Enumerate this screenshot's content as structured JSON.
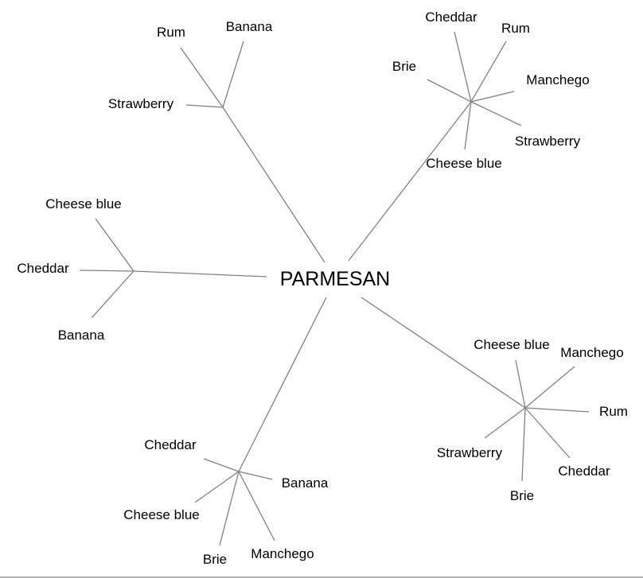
{
  "center": "PARMESAN",
  "branches": [
    {
      "leaves": [
        "Rum",
        "Banana",
        "Strawberry"
      ]
    },
    {
      "leaves": [
        "Cheddar",
        "Rum",
        "Brie",
        "Manchego",
        "Strawberry",
        "Cheese blue"
      ]
    },
    {
      "leaves": [
        "Cheese blue",
        "Cheddar",
        "Banana"
      ]
    },
    {
      "leaves": [
        "Cheddar",
        "Banana",
        "Cheese blue",
        "Brie",
        "Manchego"
      ]
    },
    {
      "leaves": [
        "Cheese blue",
        "Manchego",
        "Rum",
        "Strawberry",
        "Cheddar",
        "Brie"
      ]
    }
  ]
}
